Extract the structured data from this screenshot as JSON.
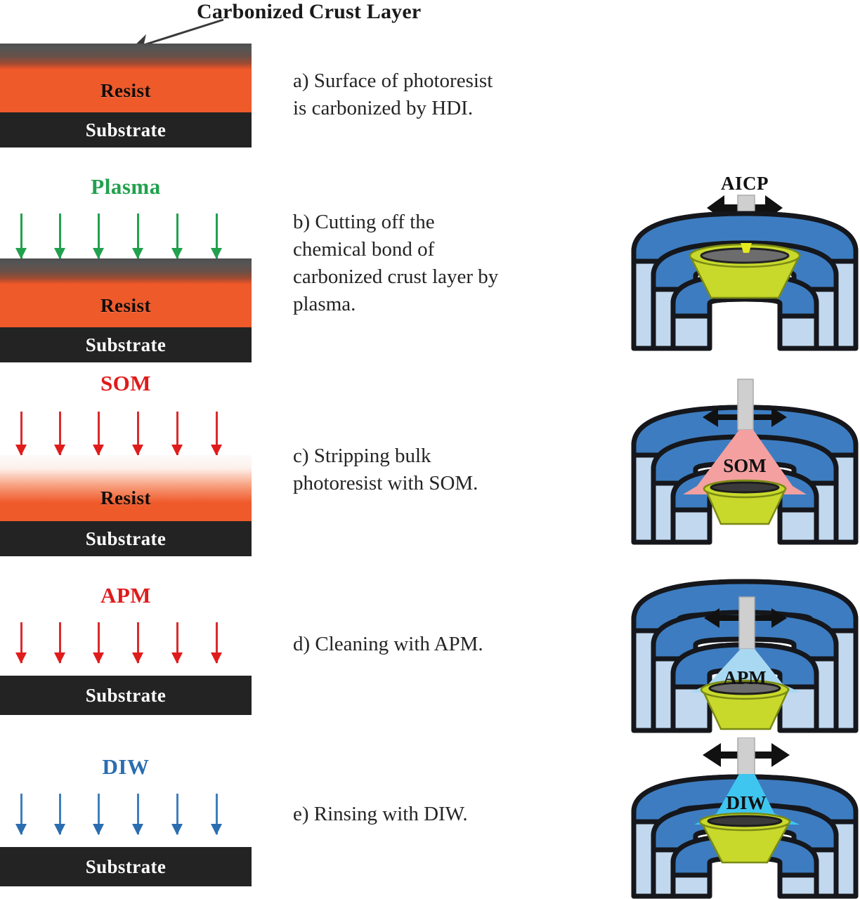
{
  "figure": {
    "crust_title": "Carbonized  Crust Layer",
    "layer_labels": {
      "resist": "Resist",
      "substrate": "Substrate"
    }
  },
  "colors": {
    "resist_orange": "#ef5a2b",
    "substrate_black": "#232323",
    "crust_gray": "#4e4e4e",
    "plasma_green": "#21a14e",
    "som_red": "#e01b1b",
    "apm_red": "#e01b1b",
    "diw_blue": "#2a6db0",
    "chamber_blue_dark": "#3d7cc0",
    "chamber_blue_light": "#c2d8ee",
    "chuck_yellow": "#c8d92c",
    "wafer_gray": "#6d6d6d",
    "nozzle_gray": "#cccccc",
    "jet_yellow": "#e6e820",
    "jet_pink": "#f4a0a0",
    "jet_cyan": "#3fc6f0",
    "outline_black": "#15171c"
  },
  "steps": [
    {
      "id": "a",
      "caption": "a) Surface of photoresist is carbonized by HDI.",
      "caption_lines": [
        "a) Surface of photoresist",
        "is carbonized by HDI."
      ],
      "reagent": null,
      "reagent_color": null,
      "has_crust": true,
      "has_resist": true,
      "resist_stripped": false,
      "apparatus": null
    },
    {
      "id": "b",
      "caption": "b) Cutting off the chemical bond of carbonized crust layer by plasma.",
      "caption_lines": [
        "b) Cutting off the",
        "chemical bond of",
        "carbonized crust layer by",
        "plasma."
      ],
      "reagent": "Plasma",
      "reagent_color": "#21a14e",
      "has_crust": true,
      "has_resist": true,
      "resist_stripped": false,
      "apparatus": {
        "top_label": "AICP",
        "jet_label": null,
        "jet_color": "#e6e820",
        "arrow_position": "above-chamber"
      }
    },
    {
      "id": "c",
      "caption": "c) Stripping bulk photoresist with SOM.",
      "caption_lines": [
        "c) Stripping bulk",
        "photoresist with SOM."
      ],
      "reagent": "SOM",
      "reagent_color": "#e01b1b",
      "has_crust": false,
      "has_resist": true,
      "resist_stripped": true,
      "apparatus": {
        "top_label": null,
        "jet_label": "SOM",
        "jet_color": "#f4a0a0",
        "arrow_position": "inside-chamber"
      }
    },
    {
      "id": "d",
      "caption": "d) Cleaning with APM.",
      "caption_lines": [
        "d) Cleaning with APM."
      ],
      "reagent": "APM",
      "reagent_color": "#e01b1b",
      "has_crust": false,
      "has_resist": false,
      "resist_stripped": false,
      "apparatus": {
        "top_label": null,
        "jet_label": "APM",
        "jet_color": "#a9d8f2",
        "arrow_position": "inside-chamber"
      }
    },
    {
      "id": "e",
      "caption": "e) Rinsing with DIW.",
      "caption_lines": [
        "e) Rinsing with DIW."
      ],
      "reagent": "DIW",
      "reagent_color": "#2a6db0",
      "has_crust": false,
      "has_resist": false,
      "resist_stripped": false,
      "apparatus": {
        "top_label": null,
        "jet_label": "DIW",
        "jet_color": "#3fc6f0",
        "arrow_position": "above-chamber"
      }
    }
  ],
  "arrow_count_per_step": 6
}
